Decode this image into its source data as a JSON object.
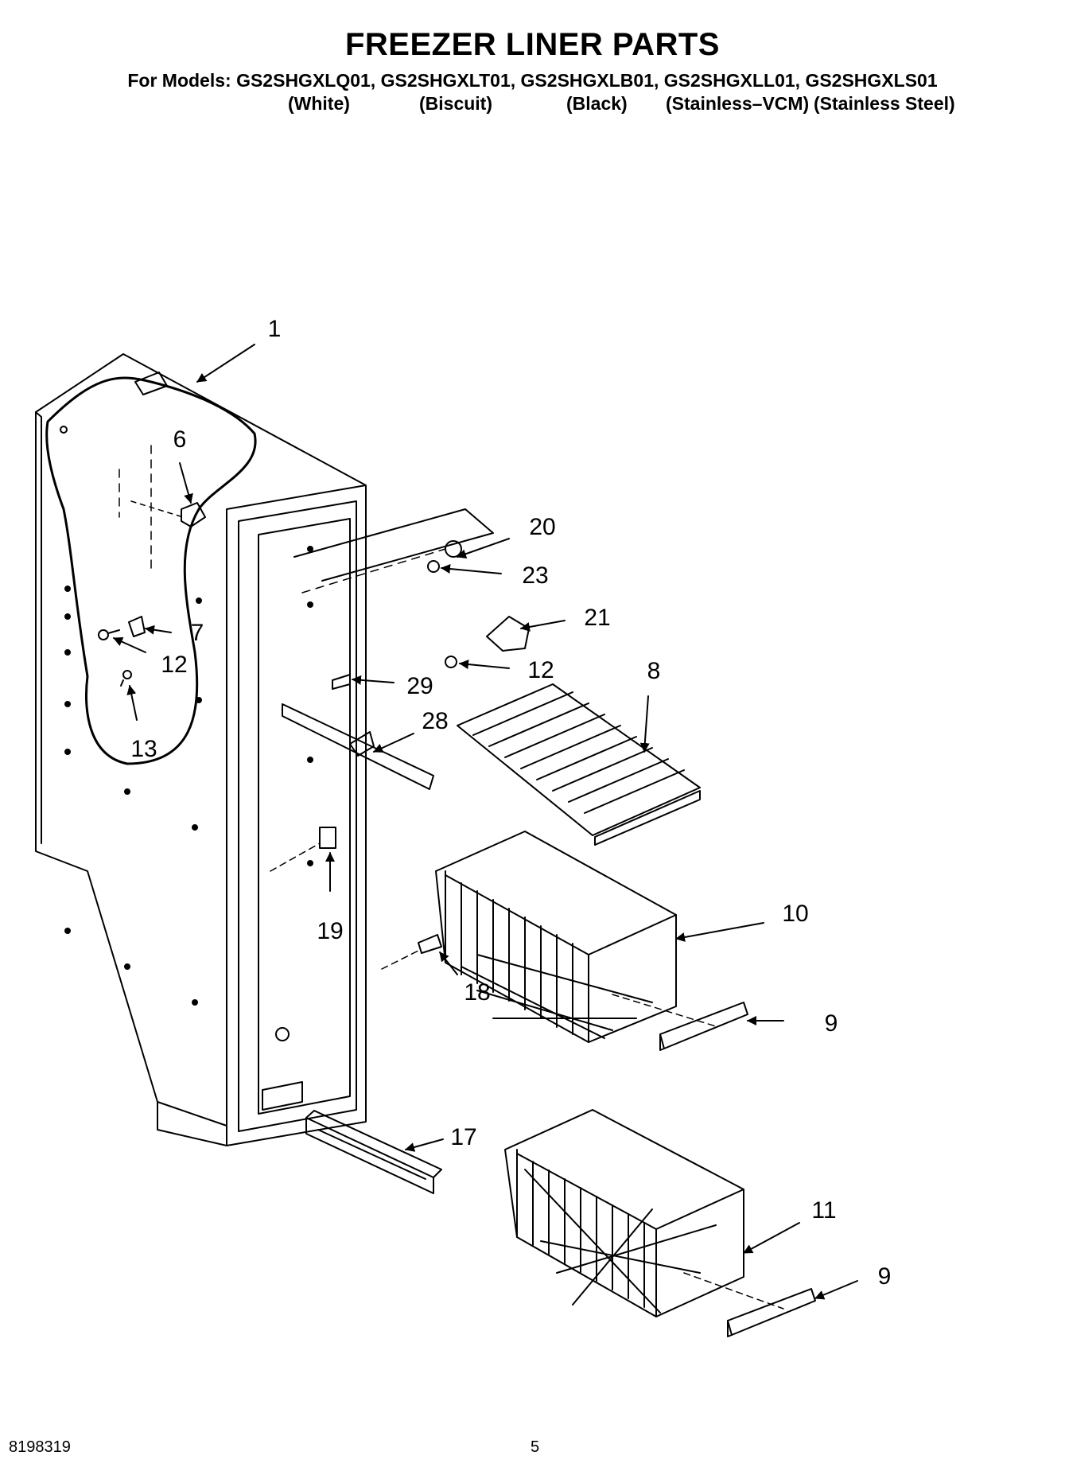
{
  "header": {
    "title": "FREEZER LINER PARTS",
    "models_line": "For Models: GS2SHGXLQ01, GS2SHGXLT01, GS2SHGXLB01, GS2SHGXLL01, GS2SHGXLS01",
    "variants": [
      "(White)",
      "(Biscuit)",
      "(Black)",
      "(Stainless–VCM)",
      "(Stainless Steel)"
    ]
  },
  "callouts": {
    "c1": "1",
    "c6": "6",
    "c7": "7",
    "c12a": "12",
    "c13": "13",
    "c20": "20",
    "c23": "23",
    "c21": "21",
    "c12b": "12",
    "c29": "29",
    "c28": "28",
    "c8": "8",
    "c19": "19",
    "c10": "10",
    "c9a": "9",
    "c18": "18",
    "c17": "17",
    "c11": "11",
    "c9b": "9"
  },
  "footer": {
    "doc_number": "8198319",
    "page_number": "5"
  }
}
